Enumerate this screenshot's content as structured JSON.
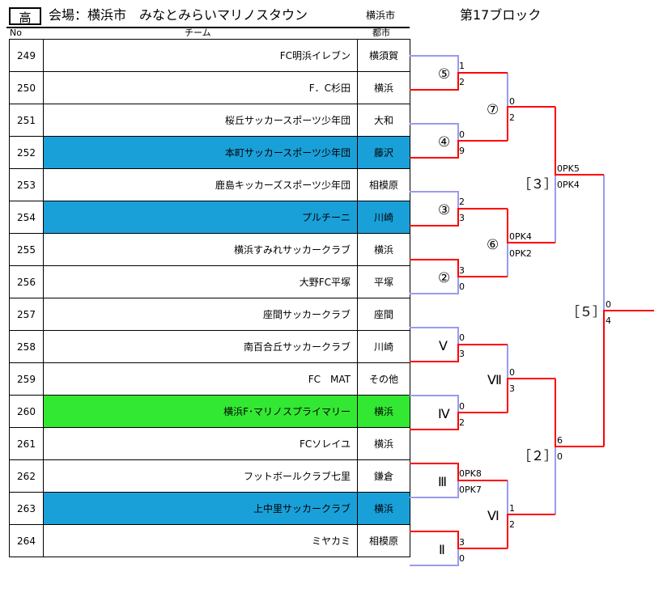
{
  "header": {
    "badge": "高",
    "venue": "会場：横浜市　みなとみらいマリノスタウン",
    "city": "横浜市",
    "block": "第17ブロック"
  },
  "columns": {
    "no": "No",
    "team": "チーム",
    "city": "都市"
  },
  "teams": [
    {
      "no": "249",
      "name": "FC明浜イレブン",
      "city": "横須賀",
      "hl": ""
    },
    {
      "no": "250",
      "name": "F．C杉田",
      "city": "横浜",
      "hl": ""
    },
    {
      "no": "251",
      "name": "桜丘サッカースポーツ少年団",
      "city": "大和",
      "hl": ""
    },
    {
      "no": "252",
      "name": "本町サッカースポーツ少年団",
      "city": "藤沢",
      "hl": "blue"
    },
    {
      "no": "253",
      "name": "鹿島キッカーズスポーツ少年団",
      "city": "相模原",
      "hl": ""
    },
    {
      "no": "254",
      "name": "プルチーニ",
      "city": "川崎",
      "hl": "blue"
    },
    {
      "no": "255",
      "name": "横浜すみれサッカークラブ",
      "city": "横浜",
      "hl": ""
    },
    {
      "no": "256",
      "name": "大野FC平塚",
      "city": "平塚",
      "hl": ""
    },
    {
      "no": "257",
      "name": "座間サッカークラブ",
      "city": "座間",
      "hl": ""
    },
    {
      "no": "258",
      "name": "南百合丘サッカークラブ",
      "city": "川崎",
      "hl": ""
    },
    {
      "no": "259",
      "name": "FC　MAT",
      "city": "その他",
      "hl": ""
    },
    {
      "no": "260",
      "name": "横浜F･マリノスプライマリー",
      "city": "横浜",
      "hl": "green"
    },
    {
      "no": "261",
      "name": "FCソレイユ",
      "city": "横浜",
      "hl": ""
    },
    {
      "no": "262",
      "name": "フットボールクラブ七里",
      "city": "鎌倉",
      "hl": ""
    },
    {
      "no": "263",
      "name": "上中里サッカークラブ",
      "city": "横浜",
      "hl": "blue"
    },
    {
      "no": "264",
      "name": "ミヤカミ",
      "city": "相模原",
      "hl": ""
    }
  ],
  "matches": {
    "m5": {
      "label": "⑤",
      "s1": "1",
      "s2": "2"
    },
    "m4": {
      "label": "④",
      "s1": "0",
      "s2": "9"
    },
    "m3": {
      "label": "③",
      "s1": "2",
      "s2": "3"
    },
    "m2": {
      "label": "②",
      "s1": "3",
      "s2": "0"
    },
    "m7": {
      "label": "⑦",
      "s1": "0",
      "s2": "2"
    },
    "m6": {
      "label": "⑥",
      "s1": "0PK4",
      "s2": "0PK2"
    },
    "b3": {
      "label": "［３］",
      "s1": "0PK5",
      "s2": "0PK4"
    },
    "mV": {
      "label": "Ⅴ",
      "s1": "0",
      "s2": "3"
    },
    "mIV": {
      "label": "Ⅳ",
      "s1": "0",
      "s2": "2"
    },
    "mIII": {
      "label": "Ⅲ",
      "s1": "0PK8",
      "s2": "0PK7"
    },
    "mII": {
      "label": "Ⅱ",
      "s1": "3",
      "s2": "0"
    },
    "mVII": {
      "label": "Ⅶ",
      "s1": "0",
      "s2": "3"
    },
    "mVI": {
      "label": "Ⅵ",
      "s1": "1",
      "s2": "2"
    },
    "b2": {
      "label": "［２］",
      "s1": "6",
      "s2": "0"
    },
    "b5": {
      "label": "［５］",
      "s1": "0",
      "s2": "4"
    }
  },
  "colors": {
    "win": "#ff0000",
    "lose": "#9a9af0",
    "blue_row": "#1aa0d9",
    "green_row": "#33e833"
  }
}
